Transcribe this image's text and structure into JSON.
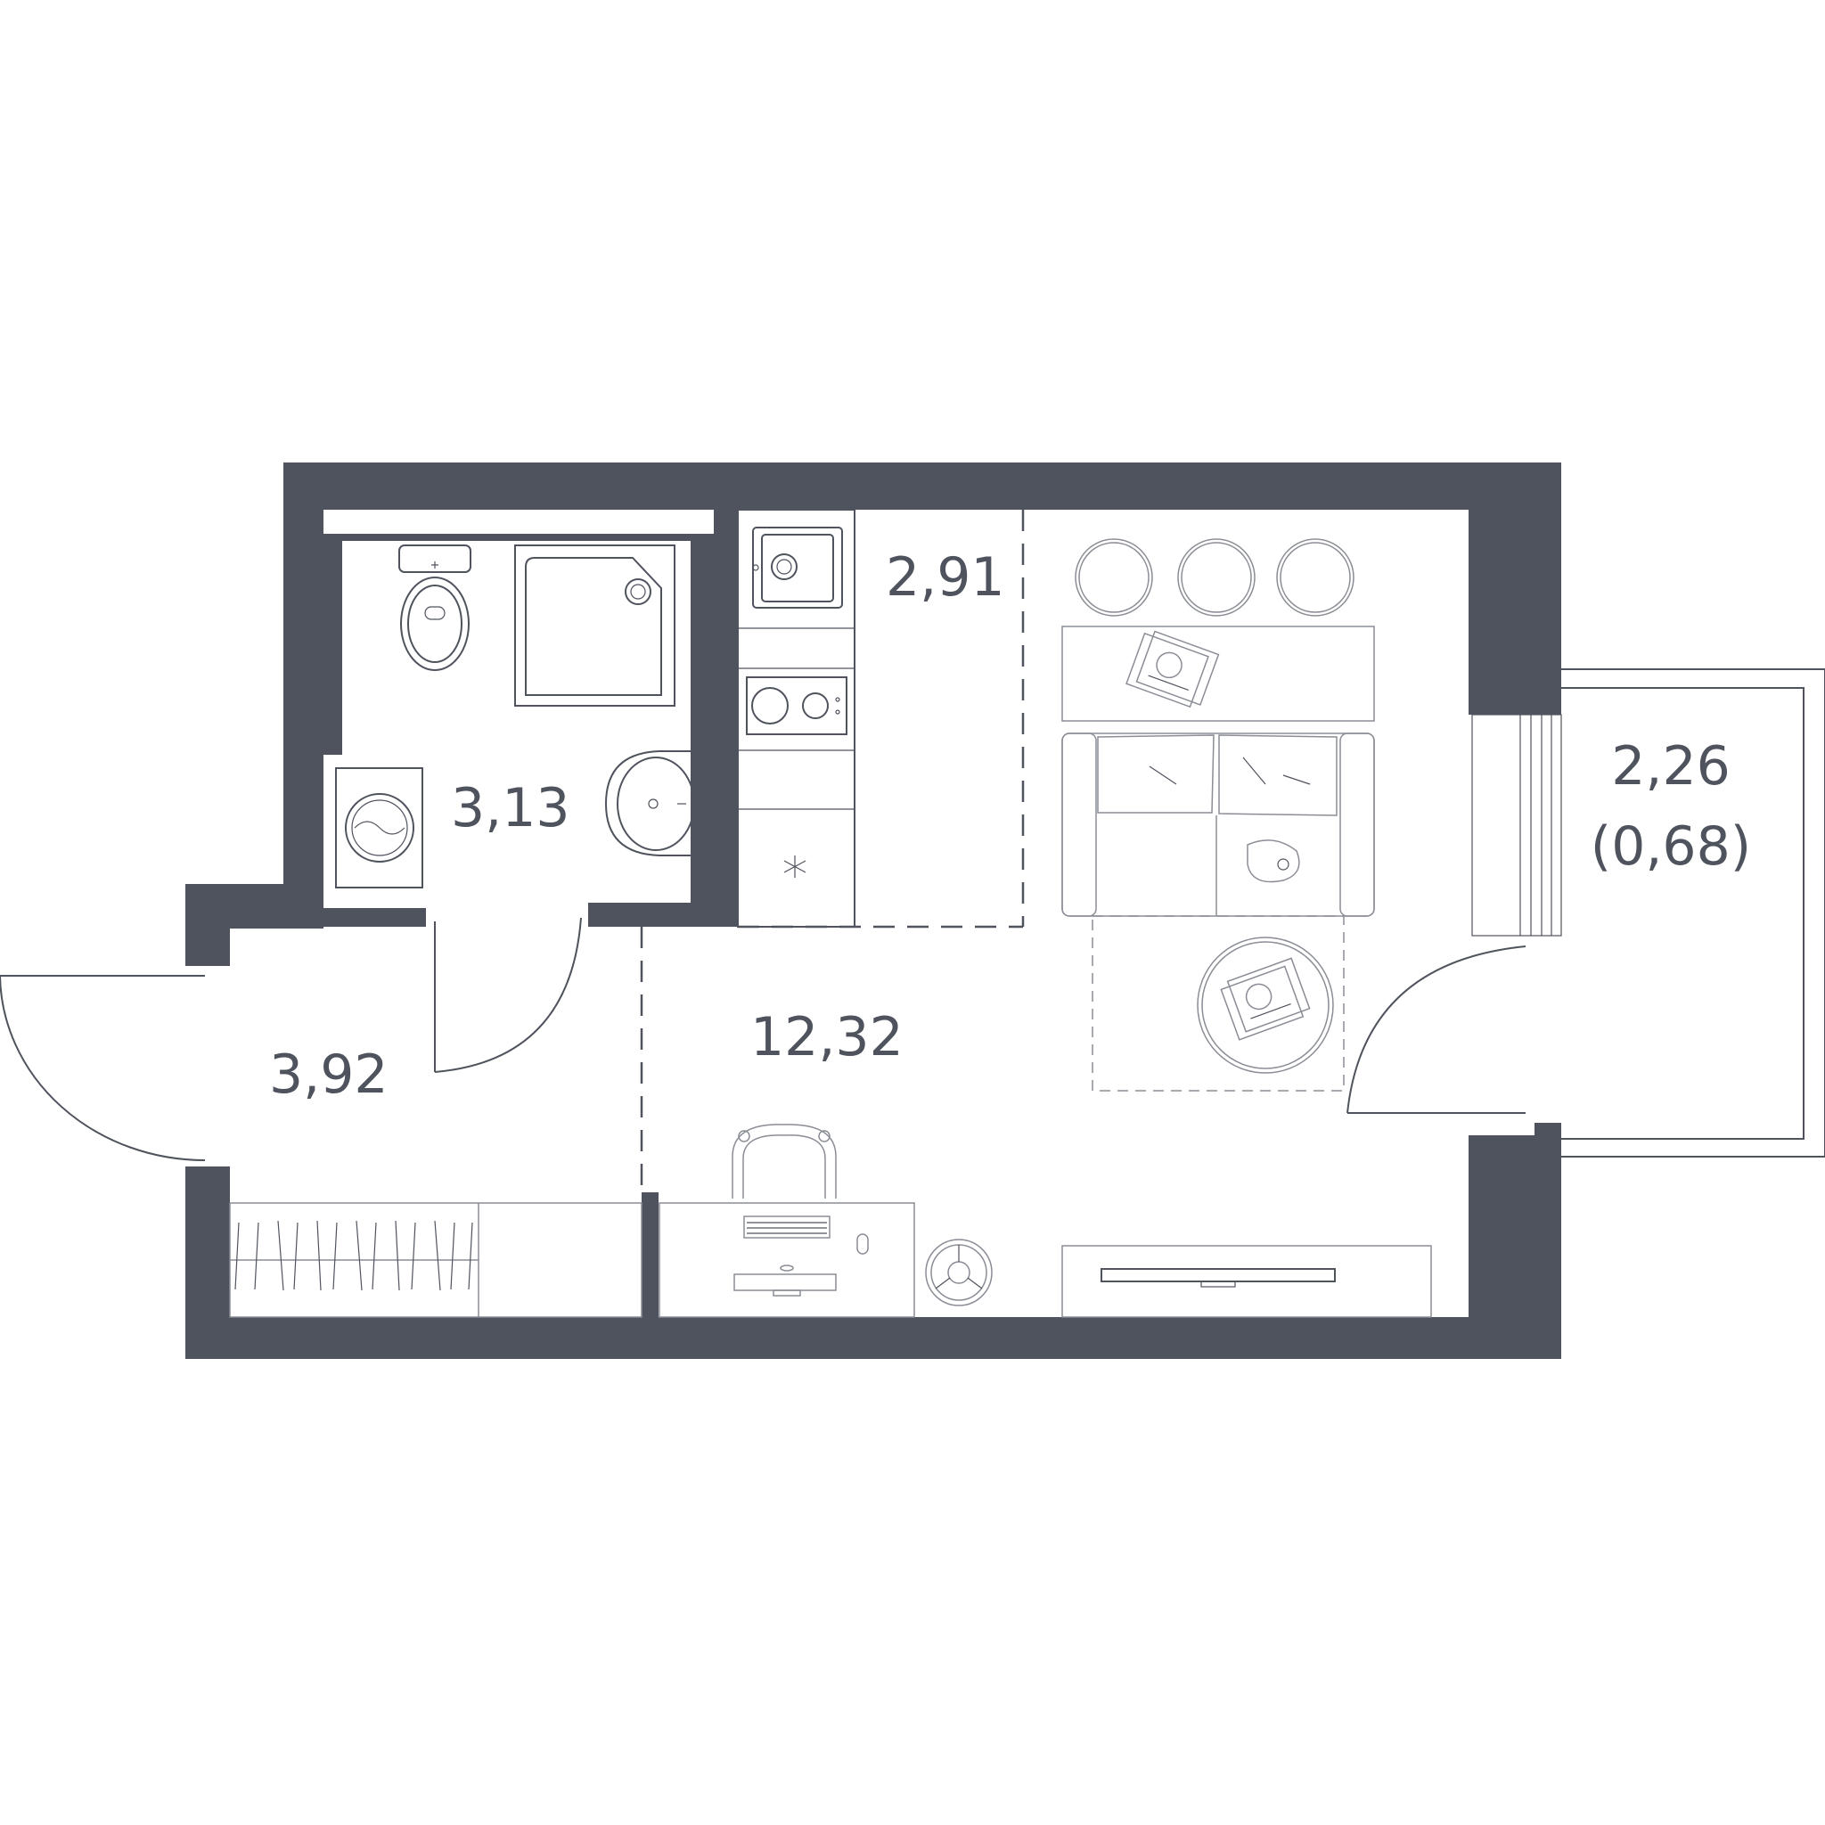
{
  "rooms": {
    "bathroom": {
      "area": "3,13"
    },
    "kitchen": {
      "area": "2,91"
    },
    "living": {
      "area": "12,32"
    },
    "hallway": {
      "area": "3,92"
    },
    "balcony": {
      "area": "2,26",
      "reduced_area": "(0,68)"
    }
  },
  "colors": {
    "wall": "#4f535d",
    "furniture": "#8a8d95",
    "background": "#ffffff"
  }
}
